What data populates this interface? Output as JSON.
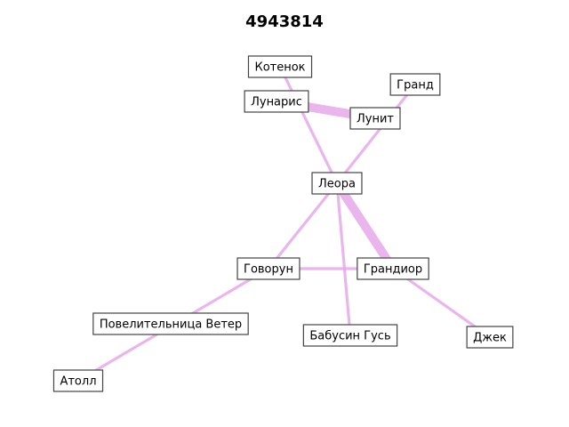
{
  "title": "4943814",
  "edge_color": "#e6a8ea",
  "nodes": [
    {
      "id": "kotenok",
      "label": "Котенок"
    },
    {
      "id": "lunaris",
      "label": "Лунарис"
    },
    {
      "id": "grand",
      "label": "Гранд"
    },
    {
      "id": "lunit",
      "label": "Лунит"
    },
    {
      "id": "leora",
      "label": "Леора"
    },
    {
      "id": "govorun",
      "label": "Говорун"
    },
    {
      "id": "grandior",
      "label": "Грандиор"
    },
    {
      "id": "povelitelnitsa",
      "label": "Повелительница Ветер"
    },
    {
      "id": "babusin",
      "label": "Бабусин Гусь"
    },
    {
      "id": "dzhek",
      "label": "Джек"
    },
    {
      "id": "atoll",
      "label": "Атолл"
    }
  ],
  "edges": [
    {
      "source": "lunaris",
      "target": "lunit",
      "weight": 5
    },
    {
      "source": "leora",
      "target": "grandior",
      "weight": 5
    },
    {
      "source": "kotenok",
      "target": "leora",
      "weight": 1
    },
    {
      "source": "grand",
      "target": "leora",
      "weight": 1
    },
    {
      "source": "leora",
      "target": "govorun",
      "weight": 1
    },
    {
      "source": "leora",
      "target": "babusin",
      "weight": 1
    },
    {
      "source": "govorun",
      "target": "grandior",
      "weight": 1
    },
    {
      "source": "grandior",
      "target": "dzhek",
      "weight": 1
    },
    {
      "source": "govorun",
      "target": "atoll",
      "weight": 1
    }
  ]
}
